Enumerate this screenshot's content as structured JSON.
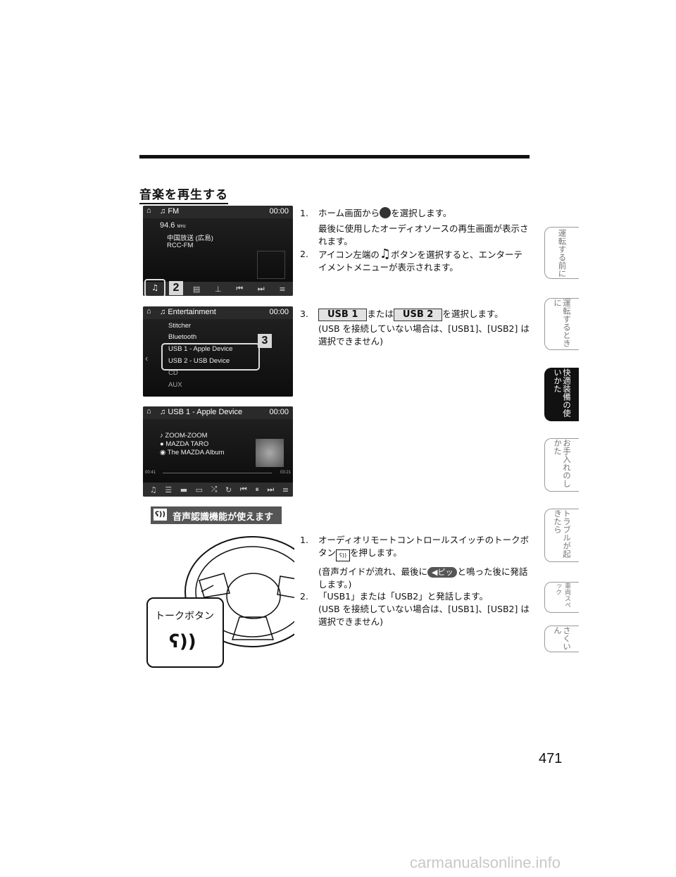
{
  "section_title": "音楽を再生する",
  "screen1": {
    "title": "FM",
    "time": "00:00",
    "freq": "94.6",
    "unit": "MHz",
    "station1": "中国放送 (広島)",
    "station2": "RCC-FM",
    "callout": "2"
  },
  "screen2": {
    "title": "Entertainment",
    "time": "00:00",
    "items": [
      "Stitcher",
      "Bluetooth",
      "USB 1 - Apple Device",
      "USB 2 - USB Device",
      "CD",
      "AUX"
    ],
    "callout": "3"
  },
  "screen3": {
    "title": "USB 1 - Apple Device",
    "time": "00:00",
    "track": "ZOOM-ZOOM",
    "artist": "MAZDA TARO",
    "album": "The MAZDA Album",
    "elapsed": "00:41",
    "total": "03:21"
  },
  "steps_a": [
    {
      "num": "1.",
      "text1": "ホーム画面から",
      "text2": "を選択します。",
      "sub": "最後に使用したオーディオソースの再生画面が表示されます。"
    },
    {
      "num": "2.",
      "text1": "アイコン左端の",
      "text2": "ボタンを選択すると、エンターテイメントメニューが表示されます。"
    },
    {
      "num": "3.",
      "usb1": "USB 1",
      "mid": "または",
      "usb2": "USB 2",
      "text2": "を選択します。",
      "sub": "(USB を接続していない場合は、[USB1]、[USB2] は選択できません)"
    }
  ],
  "voice_banner": "音声認識機能が使えます",
  "steps_b": [
    {
      "num": "1.",
      "text1": "オーディオリモートコントロールスイッチのトークボタン",
      "text2": "を押します。",
      "sub1": "(音声ガイドが流れ、最後に",
      "beep": "ピッ",
      "sub2": "と鳴った後に発話します。)"
    },
    {
      "num": "2.",
      "text": "「USB1」または「USB2」と発話します。",
      "sub": "(USB を接続していない場合は、[USB1]、[USB2] は選択できません)"
    }
  ],
  "talk_label": "トークボタン",
  "tabs": [
    "運転する前に",
    "運転するときに",
    "快適装備の使いかた",
    "お手入れのしかた",
    "トラブルが起きたら",
    "車両スペック",
    "さくいん"
  ],
  "page_number": "471",
  "watermark": "carmanualsonline.info"
}
